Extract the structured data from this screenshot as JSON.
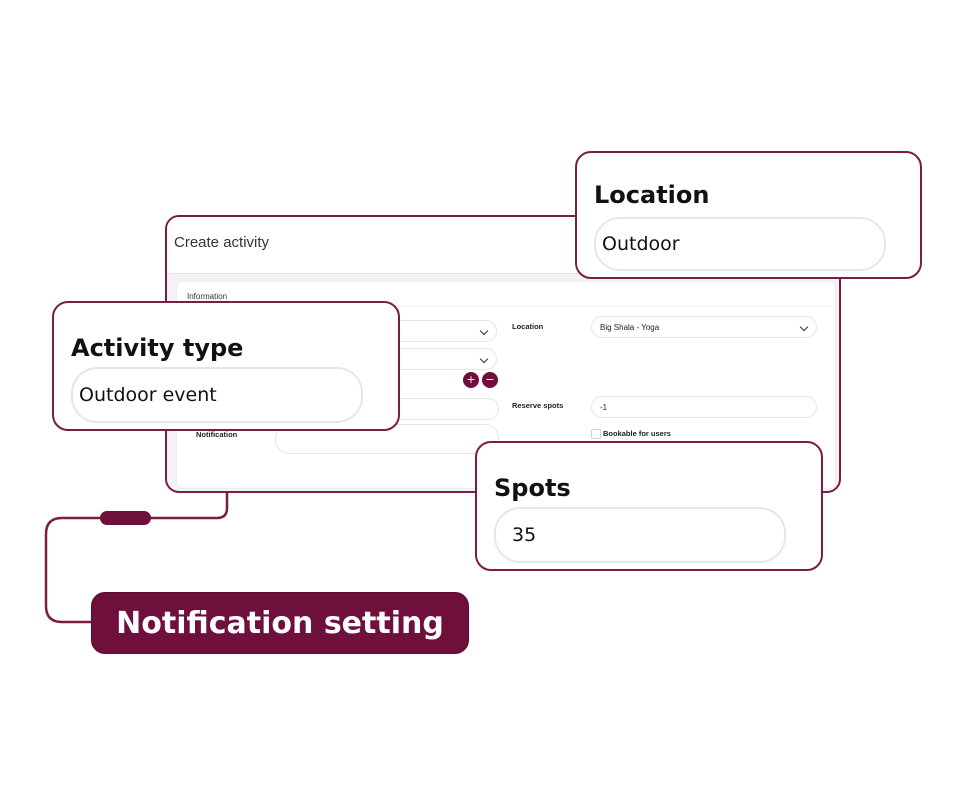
{
  "window": {
    "title": "Create activity",
    "section": "Information",
    "labels": {
      "location": "Location",
      "reserve_spots": "Reserve spots",
      "notification": "Notification",
      "bookable": "Bookable for users"
    },
    "values": {
      "location": "Big Shala - Yoga",
      "reserve_spots": "-1"
    },
    "add_button": "+",
    "remove_button": "−"
  },
  "callouts": {
    "location": {
      "label": "Location",
      "value": "Outdoor"
    },
    "activity_type": {
      "label": "Activity type",
      "value": "Outdoor event"
    },
    "spots": {
      "label": "Spots",
      "value": "35"
    }
  },
  "notification_pill": "Notification setting",
  "colors": {
    "accent": "#6f0f3b",
    "border": "#7a1c44"
  }
}
